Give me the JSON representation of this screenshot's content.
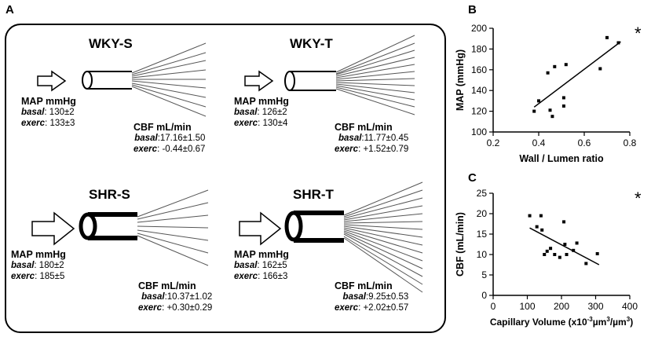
{
  "panels": {
    "a": "A",
    "b": "B",
    "c": "C"
  },
  "groups": [
    {
      "name": "WKY-S",
      "map_header": "MAP mmHg",
      "basal_label": "basal",
      "basal_map": ": 130±2",
      "exerc_label": "exerc",
      "exerc_map": ": 133±3",
      "cbf_header": "CBF mL/min",
      "basal_cbf": ":17.16±1.50",
      "exerc_cbf": ": -0.44±0.67"
    },
    {
      "name": "WKY-T",
      "map_header": "MAP mmHg",
      "basal_label": "basal",
      "basal_map": ": 126±2",
      "exerc_label": "exerc",
      "exerc_map": ": 130±4",
      "cbf_header": "CBF mL/min",
      "basal_cbf": ":11.77±0.45",
      "exerc_cbf": ": +1.52±0.79"
    },
    {
      "name": "SHR-S",
      "map_header": "MAP mmHg",
      "basal_label": "basal",
      "basal_map": ": 180±2",
      "exerc_label": "exerc",
      "exerc_map": ": 185±5",
      "cbf_header": "CBF mL/min",
      "basal_cbf": ":10.37±1.02",
      "exerc_cbf": ": +0.30±0.29"
    },
    {
      "name": "SHR-T",
      "map_header": "MAP mmHg",
      "basal_label": "basal",
      "basal_map": ": 162±5",
      "exerc_label": "exerc",
      "exerc_map": ": 166±3",
      "cbf_header": "CBF mL/min",
      "basal_cbf": ":9.25±0.53",
      "exerc_cbf": ": +2.02±0.57"
    }
  ],
  "chart_data": [
    {
      "type": "scatter",
      "panel": "B",
      "xlabel": "Wall / Lumen ratio",
      "ylabel": "MAP (mmHg)",
      "xlim": [
        0.2,
        0.8
      ],
      "ylim": [
        100,
        200
      ],
      "xticks": [
        "0.2",
        "0.4",
        "0.6",
        "0.8"
      ],
      "yticks": [
        "100",
        "120",
        "140",
        "160",
        "180",
        "200"
      ],
      "points": [
        {
          "x": 0.38,
          "y": 120
        },
        {
          "x": 0.4,
          "y": 130
        },
        {
          "x": 0.44,
          "y": 157
        },
        {
          "x": 0.45,
          "y": 121
        },
        {
          "x": 0.46,
          "y": 115
        },
        {
          "x": 0.47,
          "y": 163
        },
        {
          "x": 0.51,
          "y": 133
        },
        {
          "x": 0.51,
          "y": 125
        },
        {
          "x": 0.52,
          "y": 165
        },
        {
          "x": 0.67,
          "y": 161
        },
        {
          "x": 0.7,
          "y": 191
        },
        {
          "x": 0.75,
          "y": 186
        }
      ],
      "trendline": {
        "x": [
          0.38,
          0.76
        ],
        "y": [
          124,
          187
        ]
      },
      "annotation": "*"
    },
    {
      "type": "scatter",
      "panel": "C",
      "xlabel_main": "Capillary  Volume  (x10",
      "xlabel_sup1": "-3",
      "xlabel_mid": "µm",
      "xlabel_sup2": "3",
      "xlabel_mid2": "/µm",
      "xlabel_sup3": "3",
      "xlabel_end": ")",
      "ylabel": "CBF (mL/min)",
      "xlim": [
        0,
        400
      ],
      "ylim": [
        0,
        25
      ],
      "xticks": [
        "0",
        "100",
        "200",
        "300",
        "400"
      ],
      "yticks": [
        "0",
        "5",
        "10",
        "15",
        "20",
        "25"
      ],
      "points": [
        {
          "x": 107,
          "y": 19.5
        },
        {
          "x": 128,
          "y": 16.8
        },
        {
          "x": 140,
          "y": 19.5
        },
        {
          "x": 143,
          "y": 16
        },
        {
          "x": 150,
          "y": 10
        },
        {
          "x": 158,
          "y": 10.8
        },
        {
          "x": 168,
          "y": 11.5
        },
        {
          "x": 180,
          "y": 10
        },
        {
          "x": 195,
          "y": 9.3
        },
        {
          "x": 207,
          "y": 18
        },
        {
          "x": 210,
          "y": 12.5
        },
        {
          "x": 215,
          "y": 10
        },
        {
          "x": 235,
          "y": 11
        },
        {
          "x": 245,
          "y": 12.8
        },
        {
          "x": 272,
          "y": 7.8
        },
        {
          "x": 305,
          "y": 10.2
        }
      ],
      "trendline": {
        "x": [
          107,
          310
        ],
        "y": [
          16.5,
          7.5
        ]
      },
      "annotation": "*"
    }
  ]
}
